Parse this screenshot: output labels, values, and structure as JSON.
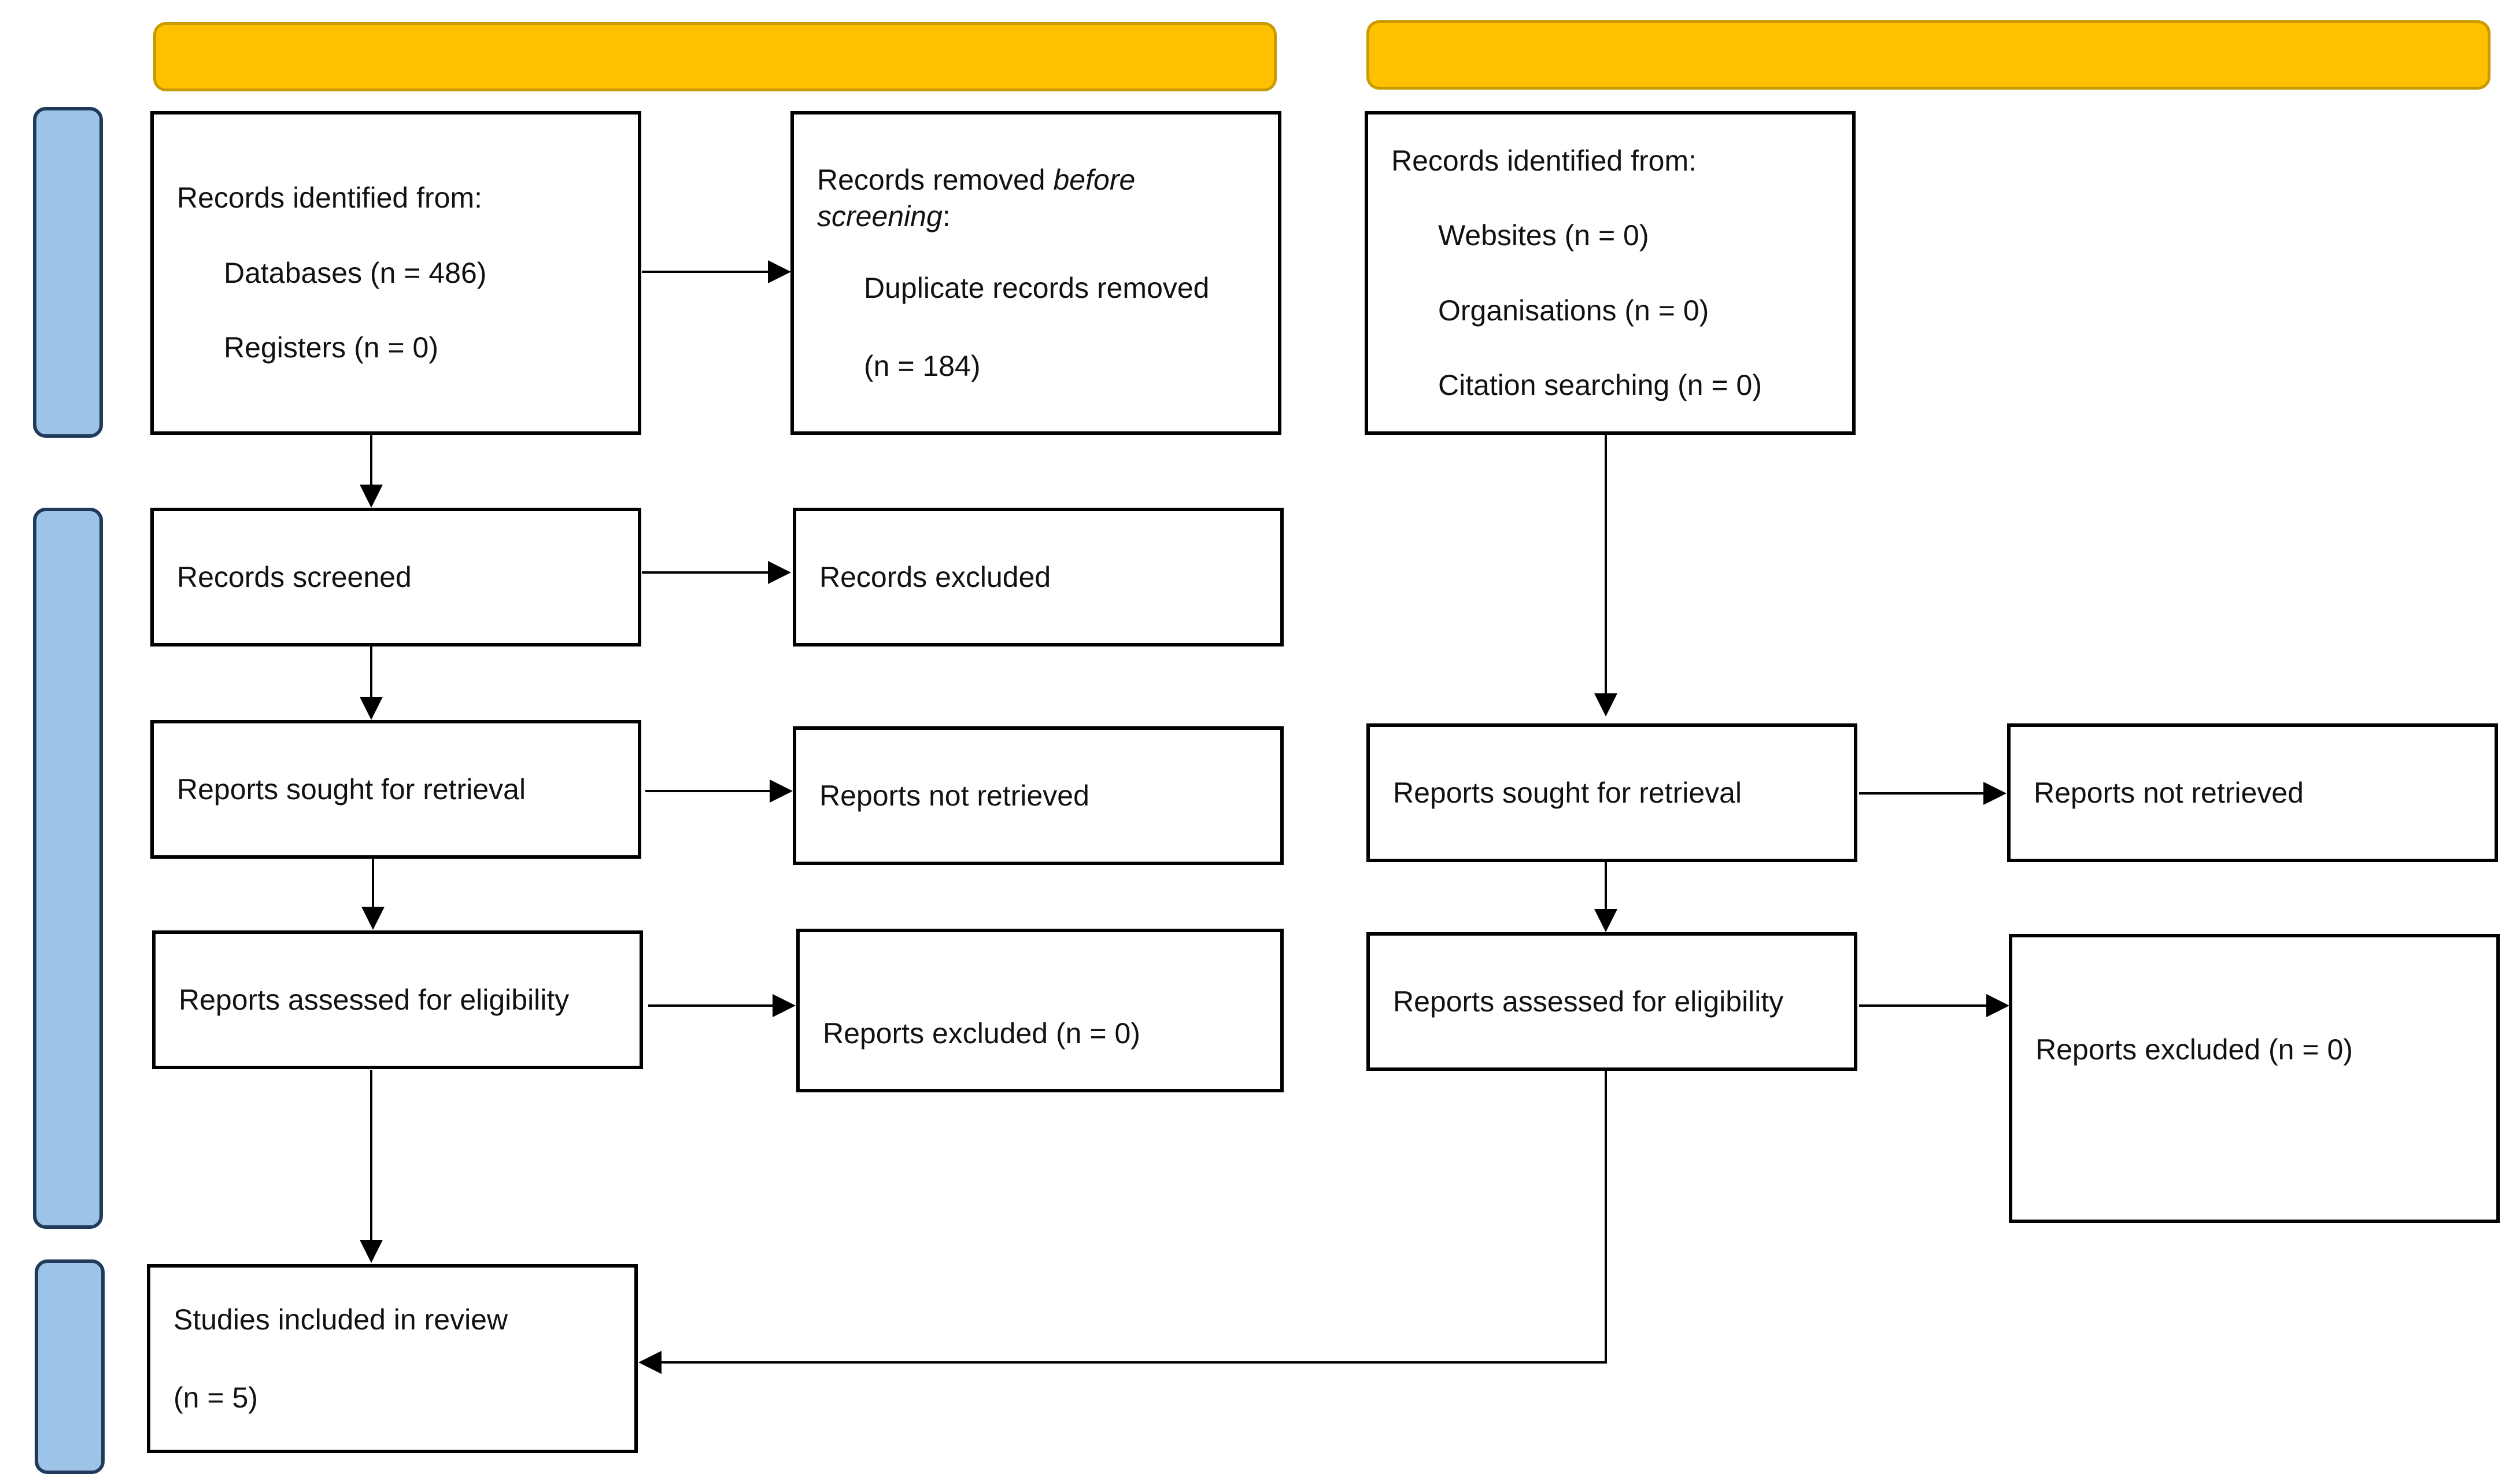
{
  "colors": {
    "header_fill": "#ffc000",
    "header_border": "#c99b00",
    "side_fill": "#9dc3e6",
    "side_border": "#1f3a5a",
    "box_border": "#000000",
    "connector": "#000000"
  },
  "left_column": {
    "identification": {
      "title": "Records identified from:",
      "databases": "Databases (n = 486)",
      "registers": "Registers (n = 0)"
    },
    "removed": {
      "title_start": "Records removed ",
      "title_emphasis": "before screening",
      "title_end": ":",
      "duplicates": "Duplicate records removed",
      "duplicates_count": "(n = 184)"
    },
    "screened": "Records screened",
    "excluded": "Records excluded",
    "sought": "Reports sought for retrieval",
    "not_retrieved": "Reports not retrieved",
    "assessed": "Reports assessed for eligibility",
    "reports_excluded": "Reports excluded (n = 0)"
  },
  "right_column": {
    "identification": {
      "title": "Records identified from:",
      "websites": "Websites (n = 0)",
      "organisations": "Organisations (n = 0)",
      "citation": "Citation searching (n = 0)"
    },
    "sought": "Reports sought for retrieval",
    "not_retrieved": "Reports not retrieved",
    "assessed": "Reports assessed for eligibility",
    "reports_excluded": "Reports excluded (n = 0)"
  },
  "included": {
    "title": "Studies included in review",
    "count": "(n = 5)"
  }
}
